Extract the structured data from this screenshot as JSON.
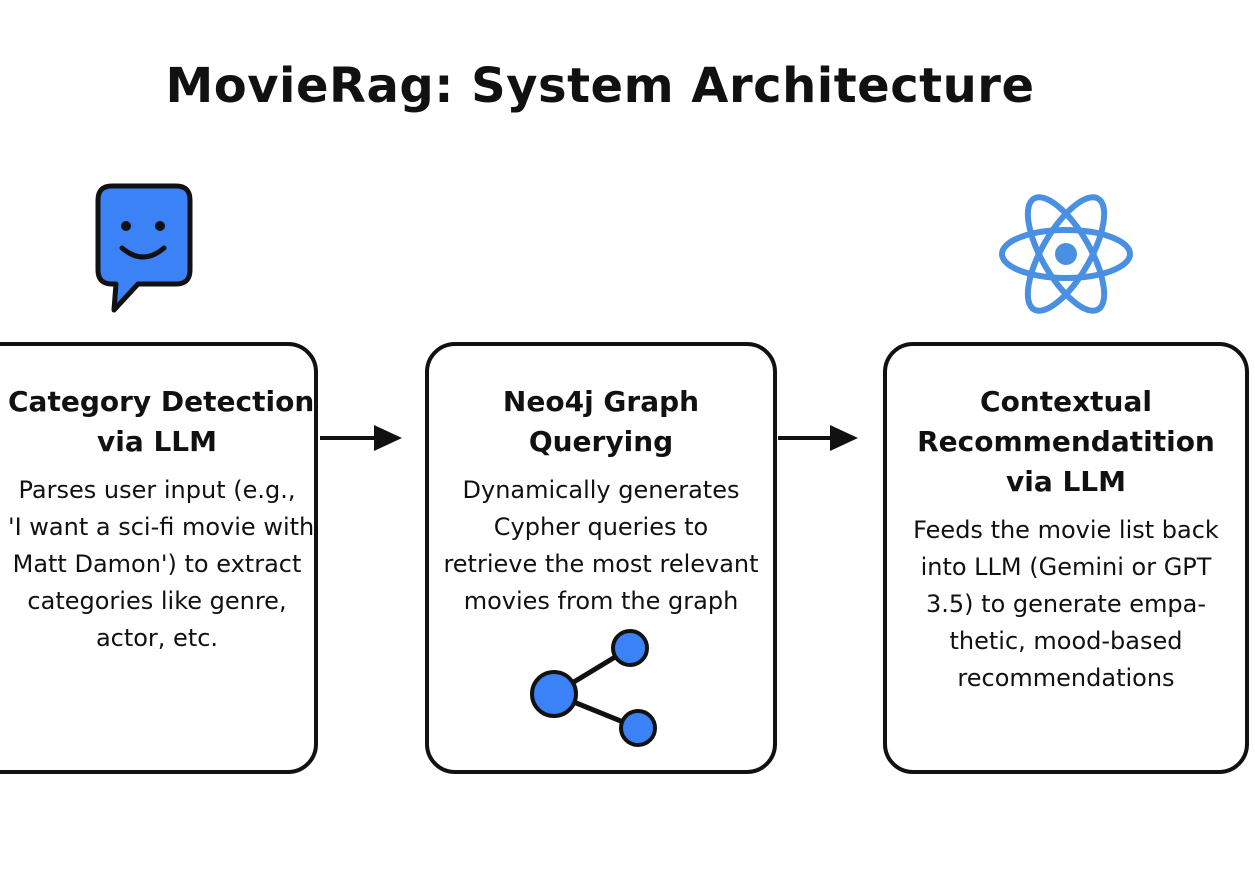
{
  "title": "MovieRag: System Architecture",
  "boxes": [
    {
      "title_lines": [
        "Category Detection",
        "via LLM"
      ],
      "desc_lines": [
        "Parses user input (e.g.,",
        "'I want a sci-fi movie with",
        "Matt Damon') to extract",
        "categories like genre,",
        "actor, etc."
      ]
    },
    {
      "title_lines": [
        "Neo4j Graph",
        "Querying"
      ],
      "desc_lines": [
        "Dynamically generates",
        "Cypher queries to",
        "retrieve the most relevant",
        "movies from the graph"
      ]
    },
    {
      "title_lines": [
        "Contextual",
        "Recommendatition",
        "via LLM"
      ],
      "desc_lines": [
        "Feeds the movie list back",
        "into LLM (Gemini or GPT",
        "3.5) to generate empa-",
        "thetic, mood-based",
        "recommendations"
      ]
    }
  ],
  "icons": {
    "chat": "smiling-chat-bubble-icon",
    "graph": "graph-nodes-icon",
    "atom": "atom-icon"
  },
  "colors": {
    "accent_blue": "#3b82f6",
    "atom_blue": "#4a90e2",
    "outline": "#111111"
  }
}
